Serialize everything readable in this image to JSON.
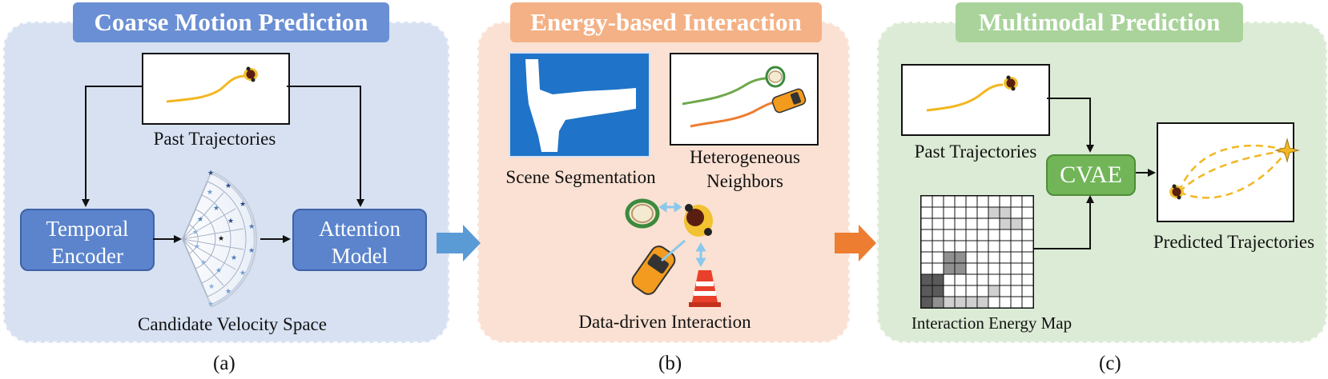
{
  "panels": {
    "a": {
      "title": "Coarse Motion Prediction",
      "caption": "(a)"
    },
    "b": {
      "title": "Energy-based Interaction",
      "caption": "(b)"
    },
    "c": {
      "title": "Multimodal Prediction",
      "caption": "(c)"
    }
  },
  "labels": {
    "past_trajectories_a": "Past Trajectories",
    "temporal_encoder_line1": "Temporal",
    "temporal_encoder_line2": "Encoder",
    "attention_model_line1": "Attention",
    "attention_model_line2": "Model",
    "candidate_velocity_space": "Candidate Velocity Space",
    "scene_segmentation": "Scene Segmentation",
    "heterogeneous_line1": "Heterogeneous",
    "heterogeneous_line2": "Neighbors",
    "data_driven_interaction": "Data-driven Interaction",
    "past_trajectories_c": "Past Trajectories",
    "cvae": "CVAE",
    "interaction_energy_map": "Interaction Energy Map",
    "predicted_trajectories": "Predicted Trajectories"
  },
  "colors": {
    "panel_a_bg": "#d7e1f2",
    "panel_b_bg": "#fae1d3",
    "panel_c_bg": "#dcebd5",
    "title_a": "#6a8fd4",
    "title_b": "#f4b185",
    "title_c": "#a9d39a",
    "arrow_a_to_b": "#5b9bd5",
    "arrow_b_to_c": "#ed7d31",
    "trajectory": "#f2b722"
  },
  "energy_map": {
    "rows": 10,
    "cols": 10,
    "shading": [
      "0000000000",
      "0000001100",
      "0000000110",
      "0000000000",
      "0000000000",
      "0022000000",
      "0022000000",
      "3300000000",
      "3300001000",
      "3211110000"
    ]
  }
}
